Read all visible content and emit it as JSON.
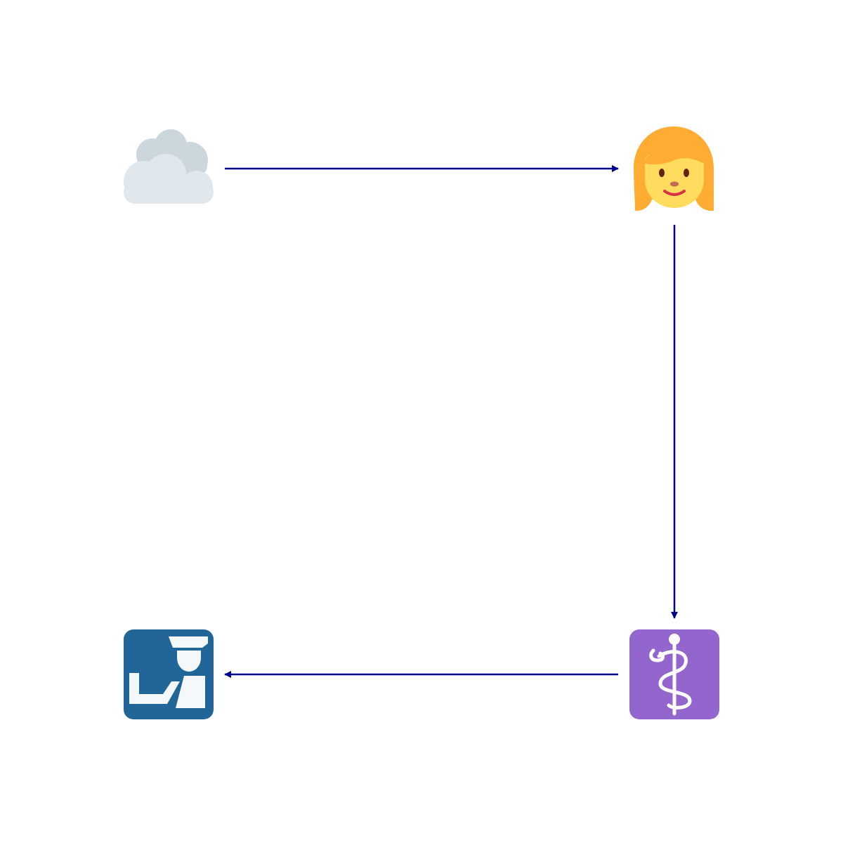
{
  "diagram": {
    "nodes": [
      {
        "id": "cloud",
        "icon": "cloud-icon"
      },
      {
        "id": "woman",
        "icon": "woman-icon"
      },
      {
        "id": "medical",
        "icon": "medical-symbol-icon",
        "color": "#9266cc"
      },
      {
        "id": "customs",
        "icon": "customs-icon",
        "color": "#226699"
      }
    ],
    "edges": [
      {
        "from": "cloud",
        "to": "woman"
      },
      {
        "from": "woman",
        "to": "medical"
      },
      {
        "from": "medical",
        "to": "customs"
      }
    ],
    "colors": {
      "arrow": "#00008b",
      "cloud_back": "#ccd6dd",
      "cloud_front": "#e1e8ed",
      "hair": "#ffac33",
      "skin": "#ffdc5d",
      "eyes": "#662113",
      "mouth": "#da2f47",
      "nose": "#c1694f",
      "medical_bg": "#9266cc",
      "customs_bg": "#226699",
      "symbol": "#ffffff",
      "customs_symbol": "#f5f8fa"
    }
  }
}
